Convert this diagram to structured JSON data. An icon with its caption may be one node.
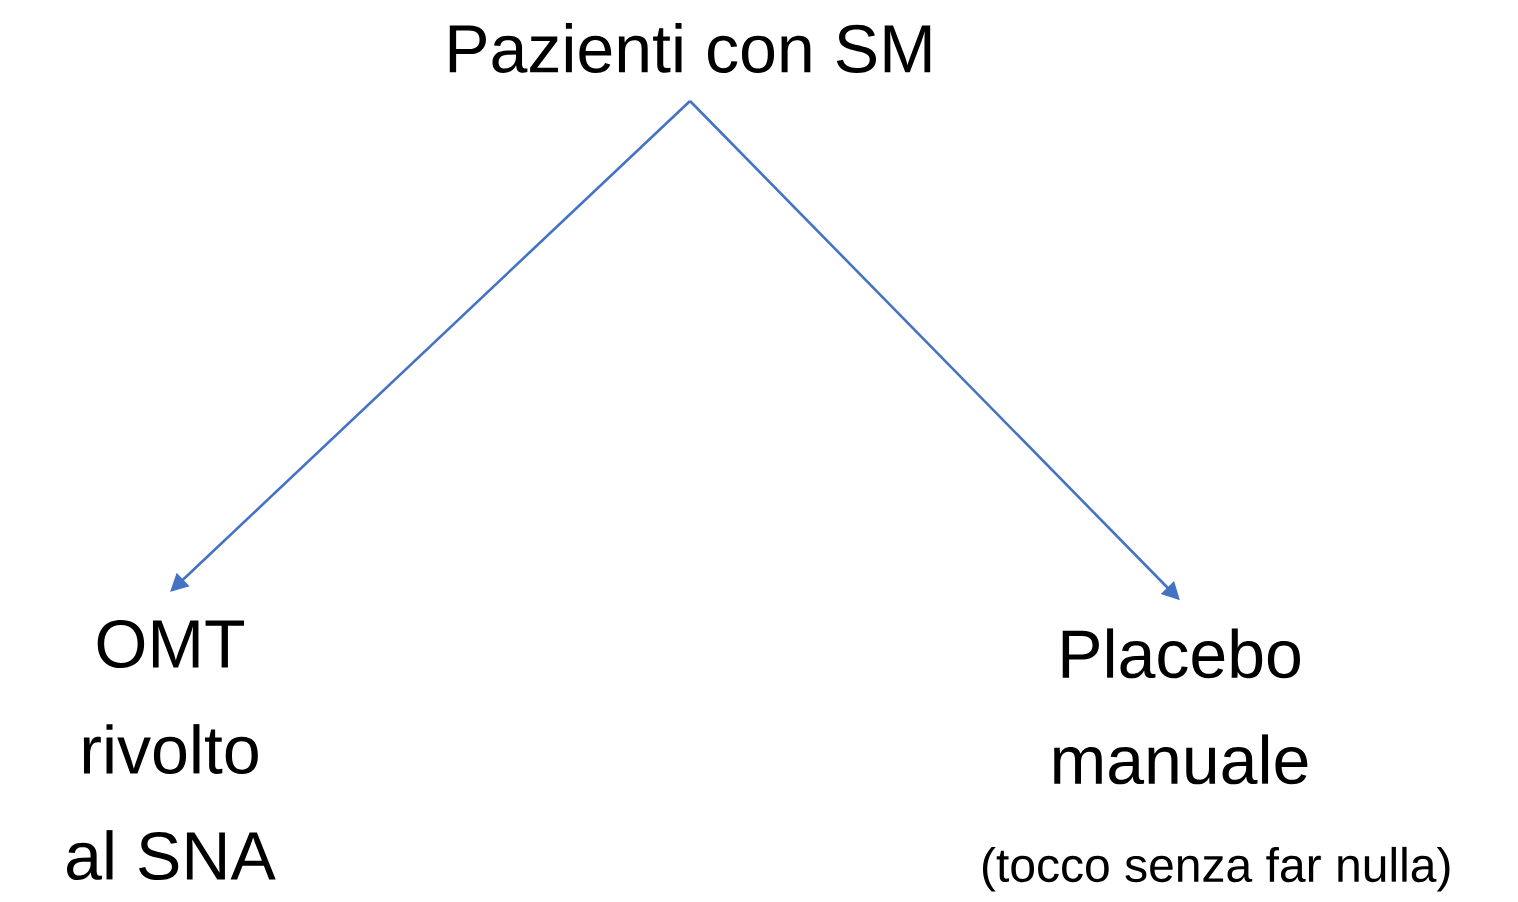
{
  "diagram": {
    "nodes": [
      {
        "text": [
          "Pazienti con SM"
        ]
      },
      {
        "text": [
          "OMT rivolto al SNA"
        ]
      },
      {
        "text": [
          "Placebo manuale",
          "(tocco senza far nulla)"
        ]
      }
    ],
    "edges": [
      {
        "from": 0,
        "to": 1,
        "arrow": "to"
      },
      {
        "from": 0,
        "to": 2,
        "arrow": "to"
      }
    ]
  }
}
